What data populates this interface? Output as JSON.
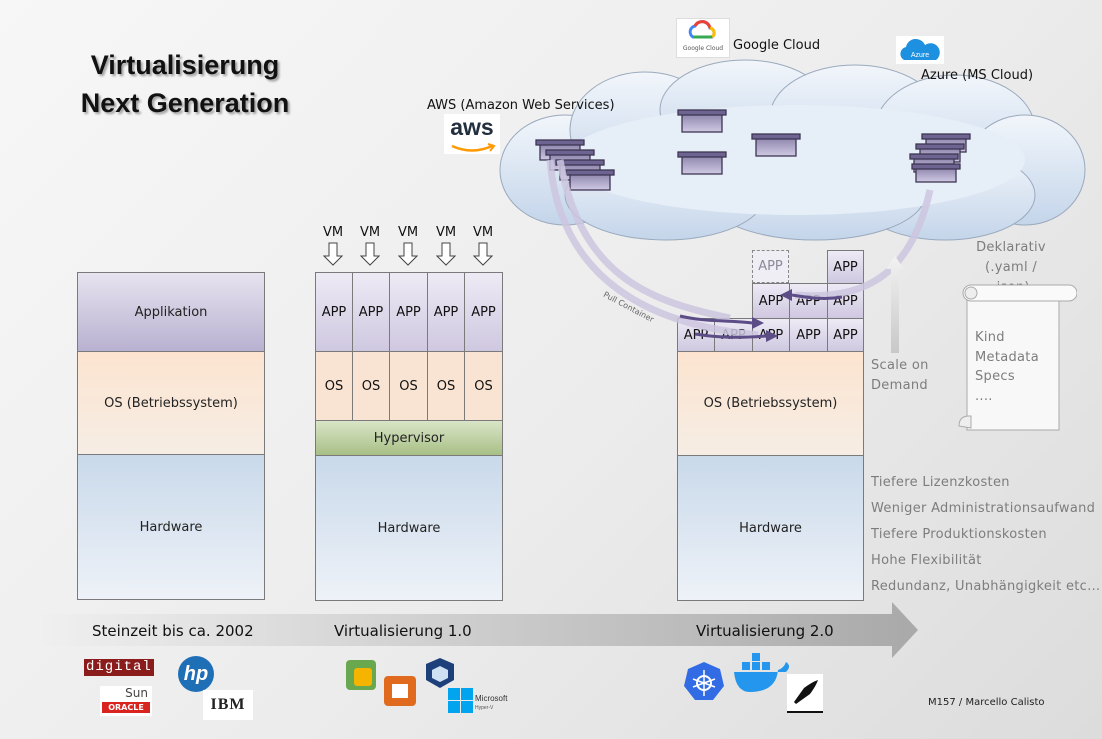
{
  "title": {
    "line1": "Virtualisierung",
    "line2": "Next Generation"
  },
  "stack1": {
    "app": "Applikation",
    "os": "OS (Betriebssystem)",
    "hardware": "Hardware"
  },
  "stack2": {
    "vm_labels": [
      "VM",
      "VM",
      "VM",
      "VM",
      "VM"
    ],
    "apps": [
      "APP",
      "APP",
      "APP",
      "APP",
      "APP"
    ],
    "os": [
      "OS",
      "OS",
      "OS",
      "OS",
      "OS"
    ],
    "hypervisor": "Hypervisor",
    "hardware": "Hardware"
  },
  "stack3": {
    "bottom_apps": [
      "APP",
      "APP",
      "APP",
      "APP",
      "APP"
    ],
    "middle_apps": [
      "APP",
      "APP",
      "APP"
    ],
    "top_ghost_app": "APP",
    "top_app": "APP",
    "os": "OS (Betriebssystem)",
    "hardware": "Hardware"
  },
  "scale": {
    "line1": "Scale on",
    "line2": "Demand"
  },
  "declarative": {
    "line1": "Deklarativ",
    "line2": "(.yaml / .json)",
    "items": [
      "Kind",
      "Metadata",
      "Specs",
      "...."
    ]
  },
  "benefits": [
    "Tiefere Lizenzkosten",
    "Weniger Administrationsaufwand",
    "Tiefere  Produktionskosten",
    "Hohe Flexibilität",
    "Redundanz, Unabhängigkeit etc…"
  ],
  "clouds": {
    "aws": "AWS (Amazon Web Services)",
    "aws_logo": "aws",
    "google": "Google Cloud",
    "google_logo": "Google Cloud",
    "azure": "Azure (MS Cloud)",
    "azure_logo": "Azure"
  },
  "pull_label": "Pull Container",
  "timeline": {
    "era1": "Steinzeit bis ca. 2002",
    "era2": "Virtualisierung 1.0",
    "era3": "Virtualisierung 2.0"
  },
  "vendors": {
    "digital": "digital",
    "sun": "Sun",
    "oracle": "ORACLE",
    "hp": "hp",
    "ibm": "IBM",
    "microsoft": "Microsoft",
    "hyperv": "Hyper-V"
  },
  "footer": "M157 / Marcello Calisto",
  "colors": {
    "app": "#c9c2dc",
    "os": "#fbe4d3",
    "hardware": "#d8e3ef",
    "hypervisor": "#b6c998",
    "arrow": "#5c4d86",
    "timeline": "#b8b8b8"
  }
}
